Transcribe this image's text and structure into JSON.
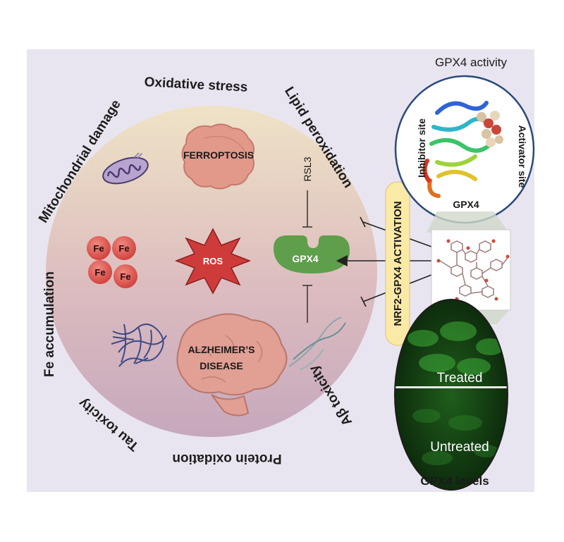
{
  "ring_labels": {
    "oxidative_stress": "Oxidative stress",
    "lipid_peroxidation": "Lipid peroxidation",
    "mitochondrial_damage": "Mitochondrial damage",
    "fe_accumulation": "Fe accumulation",
    "tau_toxicity": "Tau toxicity",
    "protein_oxidation": "Protein oxidation",
    "abeta_toxicity": "Aβ toxicity"
  },
  "center": {
    "ferroptosis": "FERROPTOSIS",
    "ros": "ROS",
    "gpx4": "GPX4",
    "rsl3": "RSL3",
    "alzheimers_line1": "ALZHEIMER’S",
    "alzheimers_line2": "DISEASE",
    "fe": "Fe"
  },
  "activation_banner": "NRF2-GPX4 ACTIVATION",
  "gpx4_activity": {
    "title": "GPX4 activity",
    "inhibitor_site": "Inhibitor site",
    "activator_site": "Activator site",
    "protein_label": "GPX4"
  },
  "gpx4_levels": {
    "treated": "Treated",
    "untreated": "Untreated",
    "caption": "GPX4 levels"
  },
  "colors": {
    "panel_bg": "#e9e5f0",
    "oval_top": "#efe3c8",
    "oval_bottom": "#c9acbd",
    "gpx4_green": "#5f9e4a",
    "ros_red": "#cf3b3b",
    "fe_red": "#e25a55",
    "banner_yellow": "#fbe9a6",
    "fluorescence_green": "#3fae3a"
  }
}
